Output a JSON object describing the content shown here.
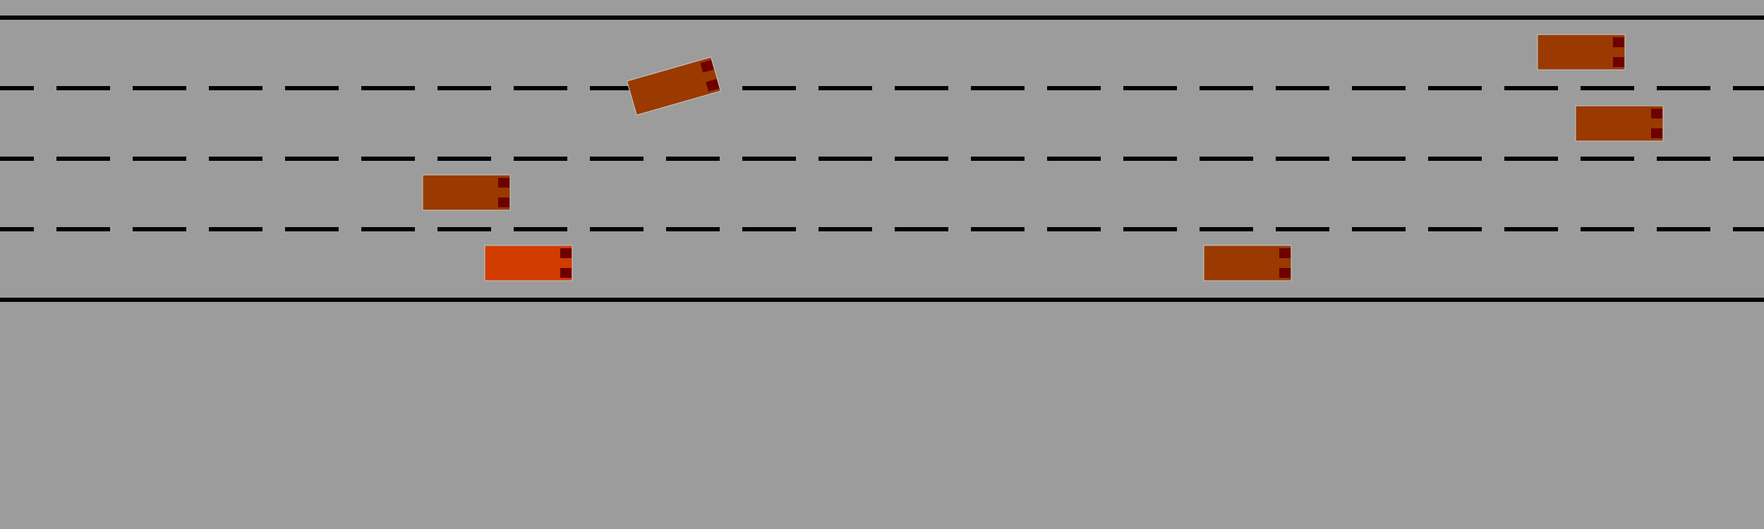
{
  "scene": {
    "kind": "highway-driving-simulation",
    "background_color": "#9c9c9c",
    "lane_line_color": "#000000",
    "lane_count": 4,
    "road_edges": [
      "top",
      "bottom"
    ],
    "lane_dividers": [
      {
        "between_lanes": [
          1,
          2
        ],
        "style": "dashed"
      },
      {
        "between_lanes": [
          2,
          3
        ],
        "style": "dashed"
      },
      {
        "between_lanes": [
          3,
          4
        ],
        "style": "dashed"
      }
    ]
  },
  "vehicles": [
    {
      "id": "ego-vehicle",
      "role": "ego",
      "lane": 4,
      "heading": "right",
      "color": "#d23c00"
    },
    {
      "id": "vehicle-1",
      "role": "other",
      "lane": 1,
      "heading": "right",
      "color": "#9a3a00"
    },
    {
      "id": "vehicle-2",
      "role": "other",
      "lane": 2,
      "heading": "right",
      "color": "#9a3a00"
    },
    {
      "id": "vehicle-3",
      "role": "other",
      "lane": "1-2",
      "heading": "right",
      "tilted": true,
      "color": "#9a3a00"
    },
    {
      "id": "vehicle-4",
      "role": "other",
      "lane": 3,
      "heading": "right",
      "color": "#9a3a00"
    },
    {
      "id": "vehicle-5",
      "role": "other",
      "lane": 4,
      "heading": "right",
      "color": "#9a3a00"
    }
  ],
  "vehicle_style": {
    "light_color": "#6e0000",
    "outline_color": "#c8c8c8"
  }
}
